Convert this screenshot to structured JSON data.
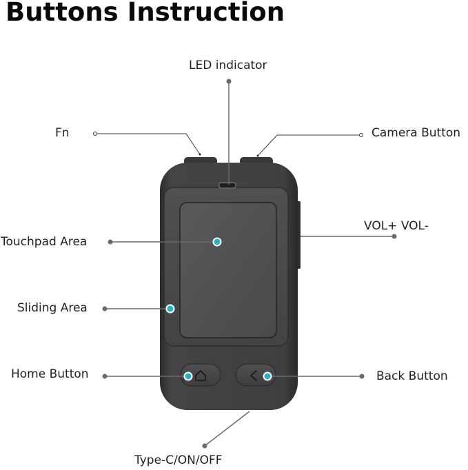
{
  "title": "Buttons Instruction",
  "labels": {
    "led": "LED indicator",
    "fn": "Fn",
    "camera": "Camera Button",
    "touchpad": "Touchpad Area",
    "vol": "VOL+ VOL-",
    "sliding": "Sliding Area",
    "home": "Home Button",
    "back": "Back Button",
    "typec": "Type-C/ON/OFF"
  },
  "icons": {
    "home": "home-icon",
    "back": "chevron-left-icon"
  },
  "colors": {
    "device_body": "#3a3a3c",
    "device_face": "#464648",
    "touchpad": "#4f4f51",
    "marker_teal": "#27b3c4",
    "leader_line": "#6b6b6b",
    "title": "#0a0a0a"
  }
}
